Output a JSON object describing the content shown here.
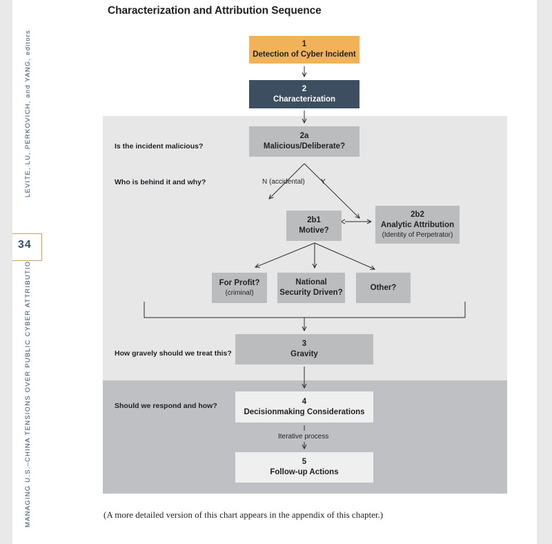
{
  "title": "Characterization and Attribution Sequence",
  "running_head": "LEVITE, LU, PERKOVICH, and YANG, editors",
  "book_title": "MANAGING U.S.–CHINA TENSIONS OVER PUBLIC CYBER ATTRIBUTION",
  "page_number": "34",
  "questions": {
    "malicious": "Is the incident malicious?",
    "who": "Who is behind it and why?",
    "gravity": "How gravely should we treat this?",
    "respond": "Should we respond and how?"
  },
  "nodes": {
    "detection": {
      "num": "1",
      "label": "Detection of Cyber Incident"
    },
    "characterization": {
      "num": "2",
      "label": "Characterization"
    },
    "malicious": {
      "num": "2a",
      "label": "Malicious/Deliberate?"
    },
    "motive": {
      "num": "2b1",
      "label": "Motive?"
    },
    "analytic": {
      "num": "2b2",
      "label": "Analytic Attribution",
      "sub": "(Identity of Perpetrator)"
    },
    "profit": {
      "label": "For Profit?",
      "sub": "(criminal)"
    },
    "national_security": {
      "label1": "National",
      "label2": "Security Driven?"
    },
    "other": {
      "label": "Other?"
    },
    "gravity": {
      "num": "3",
      "label": "Gravity"
    },
    "decision": {
      "num": "4",
      "label": "Decisionmaking Considerations"
    },
    "followup": {
      "num": "5",
      "label": "Follow-up Actions"
    }
  },
  "edge_labels": {
    "no": "N (accidental)",
    "yes": "Y",
    "iterative": "Iterative process"
  },
  "colors": {
    "detection": "#f1b25a",
    "characterization": "#3c4e60",
    "node_gray": "#bbbcbe",
    "band_light": "#e7e7e8",
    "band_dark": "#bfc0c3"
  },
  "caption": "(A more detailed version of this chart appears in the appendix of this chapter.)"
}
